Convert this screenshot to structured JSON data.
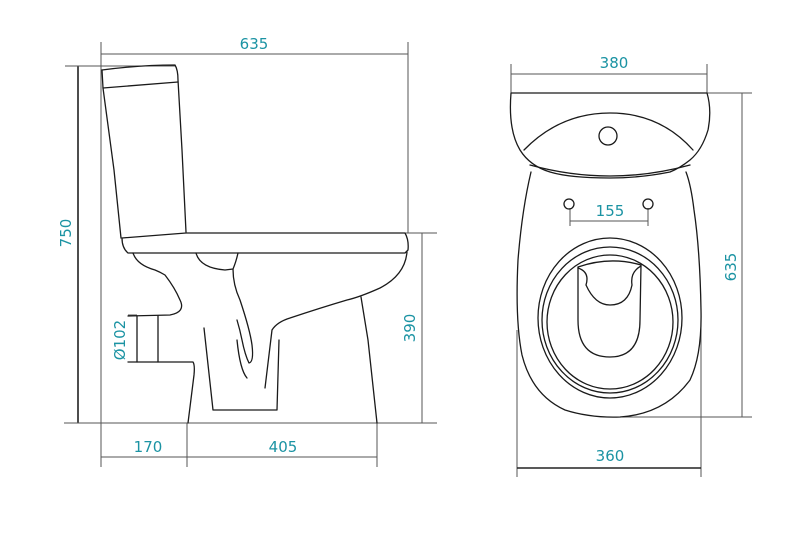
{
  "colors": {
    "dimension_text": "#1b93a3",
    "outline": "#1a1a1a"
  },
  "side_view": {
    "total_length": "635",
    "total_height": "750",
    "seat_height": "390",
    "outlet_diameter": "Ø102",
    "outlet_offset": "170",
    "base_length": "405"
  },
  "top_view": {
    "tank_width": "380",
    "bowl_depth": "635",
    "hole_spacing": "155",
    "bowl_width": "360"
  }
}
